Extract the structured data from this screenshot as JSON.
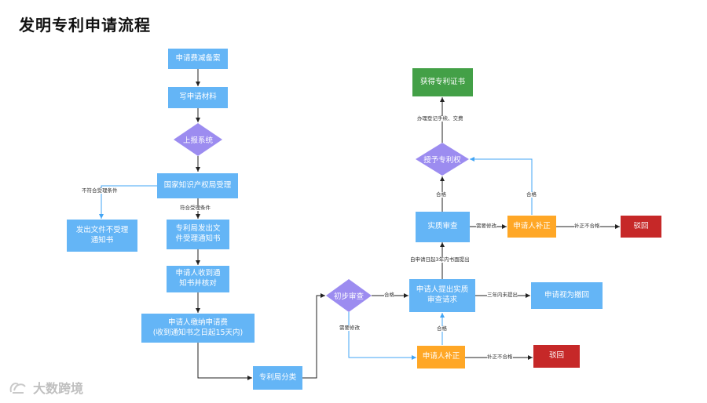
{
  "title": "发明专利申请流程",
  "nodes": {
    "n1": "申请费减备案",
    "n2": "写申请材料",
    "n3": "上报系统",
    "n4": "国家知识产权局受理",
    "n5": "发出文件不受理\n通知书",
    "n6": "专利局发出文\n件受理通知书",
    "n7": "申请人收到通\n知书并核对",
    "n8": "申请人缴纳申请费\n(收到通知书之日起15天内)",
    "n9": "专利局分类",
    "n10": "初步审查",
    "n11": "申请人提出实质\n审查请求",
    "n12": "申请视为撤回",
    "n13": "申请人补正",
    "n14": "驳回",
    "n15": "实质审查",
    "n16": "申请人补正",
    "n17": "驳回",
    "n18": "授予专利权",
    "n19": "获得专利证书"
  },
  "edge_labels": {
    "not_accepted": "不符合受理条件",
    "accepted": "符合受理条件",
    "pass1": "合格",
    "needs_fix1": "需要修改",
    "three_years": "三年内未提出",
    "pass2": "合格",
    "fix_fail1": "补正不合格",
    "within3": "自申请日起3年内书面提出",
    "needs_fix2": "需要修改",
    "fix_fail2": "补正不合格",
    "pass3": "合格",
    "pass4": "合格",
    "procedures": "办理登记手续、交费"
  },
  "colors": {
    "blue": "#64b5f6",
    "orange": "#ffa726",
    "red": "#c62828",
    "green": "#43a047",
    "diamond": "#9c8cf0",
    "arrow": "#222222",
    "arrow_blue": "#42a5f5"
  },
  "watermark": "大数跨境"
}
